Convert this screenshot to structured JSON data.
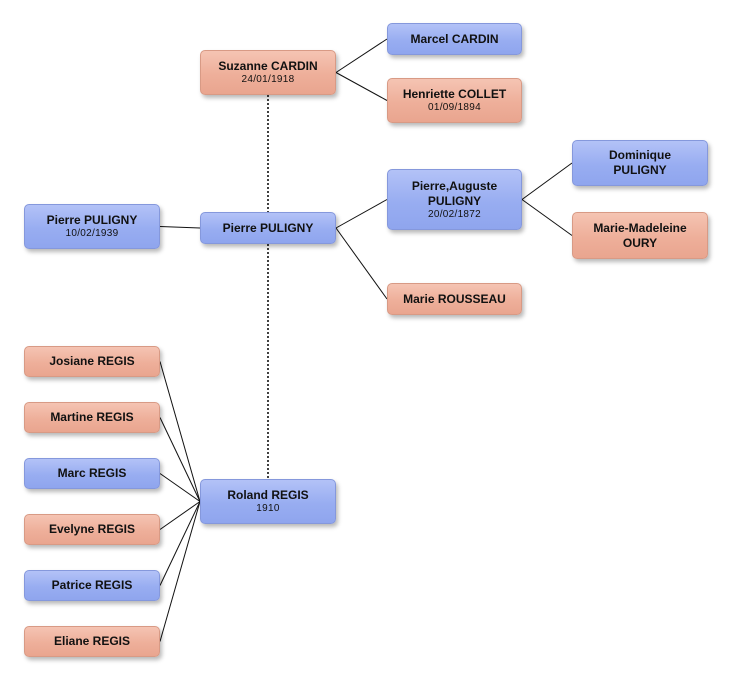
{
  "people": [
    {
      "id": "p1",
      "name": "Suzanne CARDIN",
      "date": "24/01/1918",
      "gender": "female"
    },
    {
      "id": "p2",
      "name": "Marcel CARDIN",
      "date": "",
      "gender": "male"
    },
    {
      "id": "p3",
      "name": "Henriette COLLET",
      "date": "01/09/1894",
      "gender": "female"
    },
    {
      "id": "p4",
      "name": "Pierre PULIGNY",
      "date": "10/02/1939",
      "gender": "male"
    },
    {
      "id": "p5",
      "name": "Pierre PULIGNY",
      "date": "",
      "gender": "male"
    },
    {
      "id": "p6",
      "name": "Pierre,Auguste PULIGNY",
      "date": "20/02/1872",
      "gender": "male"
    },
    {
      "id": "p7",
      "name": "Dominique PULIGNY",
      "date": "",
      "gender": "male"
    },
    {
      "id": "p8",
      "name": "Marie-Madeleine OURY",
      "date": "",
      "gender": "female"
    },
    {
      "id": "p9",
      "name": "Marie ROUSSEAU",
      "date": "",
      "gender": "female"
    },
    {
      "id": "p10",
      "name": "Josiane REGIS",
      "date": "",
      "gender": "female"
    },
    {
      "id": "p11",
      "name": "Martine REGIS",
      "date": "",
      "gender": "female"
    },
    {
      "id": "p12",
      "name": "Marc REGIS",
      "date": "",
      "gender": "male"
    },
    {
      "id": "p13",
      "name": "Evelyne REGIS",
      "date": "",
      "gender": "female"
    },
    {
      "id": "p14",
      "name": "Patrice REGIS",
      "date": "",
      "gender": "male"
    },
    {
      "id": "p15",
      "name": "Eliane REGIS",
      "date": "",
      "gender": "female"
    },
    {
      "id": "p16",
      "name": "Roland REGIS",
      "date": "1910",
      "gender": "male"
    }
  ],
  "links": [
    {
      "from": "p1",
      "to": "p2",
      "style": "solid"
    },
    {
      "from": "p1",
      "to": "p3",
      "style": "solid"
    },
    {
      "from": "p4",
      "to": "p5",
      "style": "solid"
    },
    {
      "from": "p5",
      "to": "p6",
      "style": "solid"
    },
    {
      "from": "p5",
      "to": "p9",
      "style": "solid"
    },
    {
      "from": "p6",
      "to": "p7",
      "style": "solid"
    },
    {
      "from": "p6",
      "to": "p8",
      "style": "solid"
    },
    {
      "from": "p1",
      "to": "p5",
      "style": "dotted"
    },
    {
      "from": "p5",
      "to": "p16",
      "style": "dotted"
    },
    {
      "from": "p10",
      "to": "p16",
      "style": "solid"
    },
    {
      "from": "p11",
      "to": "p16",
      "style": "solid"
    },
    {
      "from": "p12",
      "to": "p16",
      "style": "solid"
    },
    {
      "from": "p13",
      "to": "p16",
      "style": "solid"
    },
    {
      "from": "p14",
      "to": "p16",
      "style": "solid"
    },
    {
      "from": "p15",
      "to": "p16",
      "style": "solid"
    }
  ],
  "colors": {
    "male": "#98adf1",
    "female": "#eeaf9a",
    "line": "#111111"
  }
}
